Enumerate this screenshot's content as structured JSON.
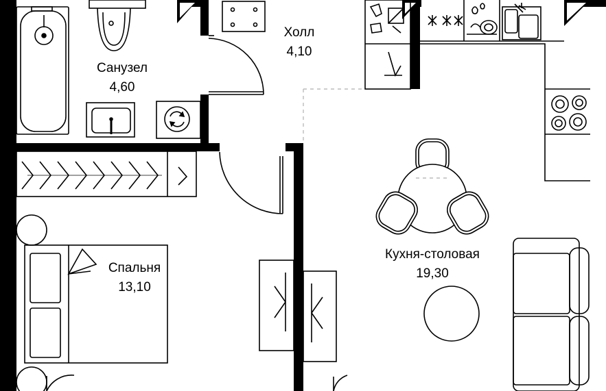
{
  "colors": {
    "wall": "#000000",
    "line": "#000000",
    "fixture_fill": "#ffffff",
    "hidden_line": "#bbbbbb"
  },
  "rooms": [
    {
      "id": "bathroom",
      "name": "Санузел",
      "area": "4,60"
    },
    {
      "id": "hall",
      "name": "Холл",
      "area": "4,10"
    },
    {
      "id": "bedroom",
      "name": "Спальня",
      "area": "13,10"
    },
    {
      "id": "kitchen",
      "name": "Кухня-столовая",
      "area": "19,30"
    }
  ],
  "icons": [
    "bathtub-icon",
    "toilet-icon",
    "sink-icon",
    "washing-machine-icon",
    "wardrobe-icon",
    "hanger-icon",
    "fridge-icon",
    "dishwasher-icon",
    "stove-icon",
    "dining-table-icon",
    "sofa-icon",
    "bed-icon",
    "door-swing-icon"
  ]
}
